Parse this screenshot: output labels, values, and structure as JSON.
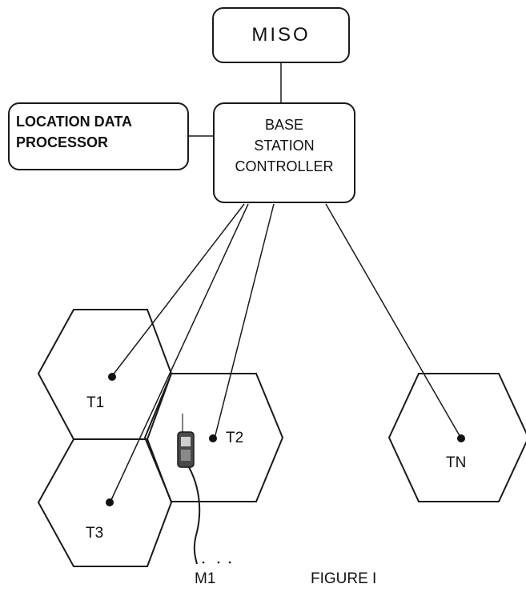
{
  "miso": {
    "label": "MISO"
  },
  "location_data_processor": {
    "line1": "LOCATION DATA",
    "line2": "PROCESSOR"
  },
  "base_station_controller": {
    "line1": "BASE",
    "line2": "STATION",
    "line3": "CONTROLLER"
  },
  "towers": {
    "t1": "T1",
    "t2": "T2",
    "t3": "T3",
    "tn": "TN"
  },
  "mobile": {
    "label": "M1"
  },
  "figure_caption": "FIGURE I"
}
